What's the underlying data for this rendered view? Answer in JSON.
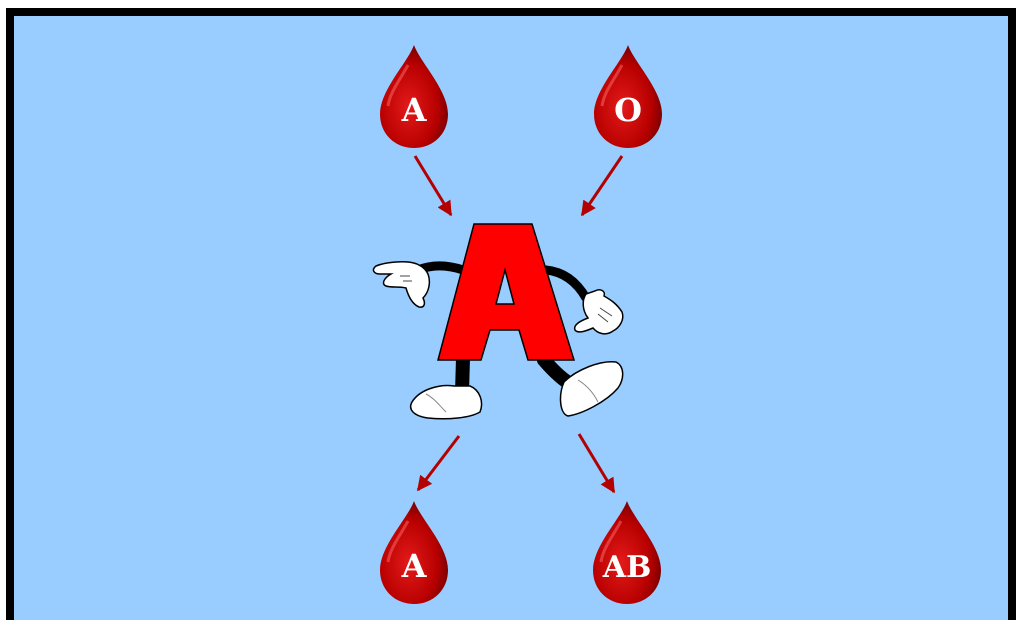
{
  "colors": {
    "background": "#99ccff",
    "border": "#000000",
    "drop": "#c40000",
    "drop_dark": "#7a0000",
    "arrow": "#b30000",
    "letter": "#ff0000"
  },
  "diagram": {
    "donors": [
      {
        "label": "A"
      },
      {
        "label": "O"
      }
    ],
    "central_character": {
      "letter": "A"
    },
    "recipients": [
      {
        "label": "A"
      },
      {
        "label": "AB"
      }
    ]
  }
}
